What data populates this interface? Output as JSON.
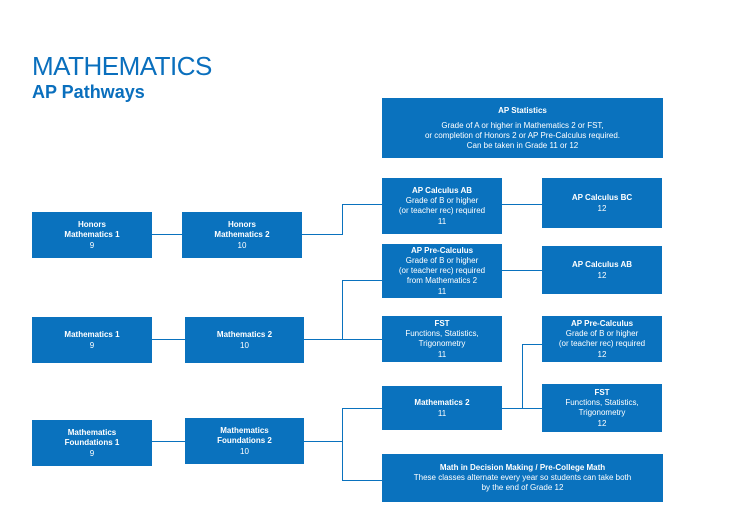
{
  "header": {
    "title": "MATHEMATICS",
    "subtitle": "AP Pathways"
  },
  "boxes": {
    "ap_statistics": {
      "name": "AP Statistics",
      "desc": "Grade of A or higher in Mathematics 2 or FST,\nor completion of Honors 2 or AP Pre-Calculus required.\nCan be taken in Grade 11 or 12"
    },
    "honors_math_1": {
      "name": "Honors\nMathematics 1",
      "grade": "9"
    },
    "honors_math_2": {
      "name": "Honors\nMathematics 2",
      "grade": "10"
    },
    "ap_calc_ab_11": {
      "name": "AP Calculus AB",
      "desc": "Grade of B or higher\n(or teacher rec) required",
      "grade": "11"
    },
    "ap_calc_bc": {
      "name": "AP Calculus BC",
      "grade": "12"
    },
    "ap_precalc_11": {
      "name": "AP Pre-Calculus",
      "desc": "Grade of B or higher\n(or teacher rec) required\nfrom Mathematics 2",
      "grade": "11"
    },
    "ap_calc_ab_12": {
      "name": "AP Calculus AB",
      "grade": "12"
    },
    "math_1": {
      "name": "Mathematics 1",
      "grade": "9"
    },
    "math_2_10": {
      "name": "Mathematics 2",
      "grade": "10"
    },
    "fst_11": {
      "name": "FST",
      "desc": "Functions, Statistics,\nTrigonometry",
      "grade": "11"
    },
    "ap_precalc_12": {
      "name": "AP Pre-Calculus",
      "desc": "Grade of B or higher\n(or teacher rec) required",
      "grade": "12"
    },
    "fst_12": {
      "name": "FST",
      "desc": "Functions, Statistics,\nTrigonometry",
      "grade": "12"
    },
    "math_found_1": {
      "name": "Mathematics\nFoundations 1",
      "grade": "9"
    },
    "math_found_2": {
      "name": "Mathematics\nFoundations 2",
      "grade": "10"
    },
    "math_2_11": {
      "name": "Mathematics 2",
      "grade": "11"
    },
    "decision_making": {
      "name": "Math in Decision Making / Pre-College Math",
      "desc": "These classes alternate every year so students can take both\nby the end of Grade 12"
    }
  }
}
